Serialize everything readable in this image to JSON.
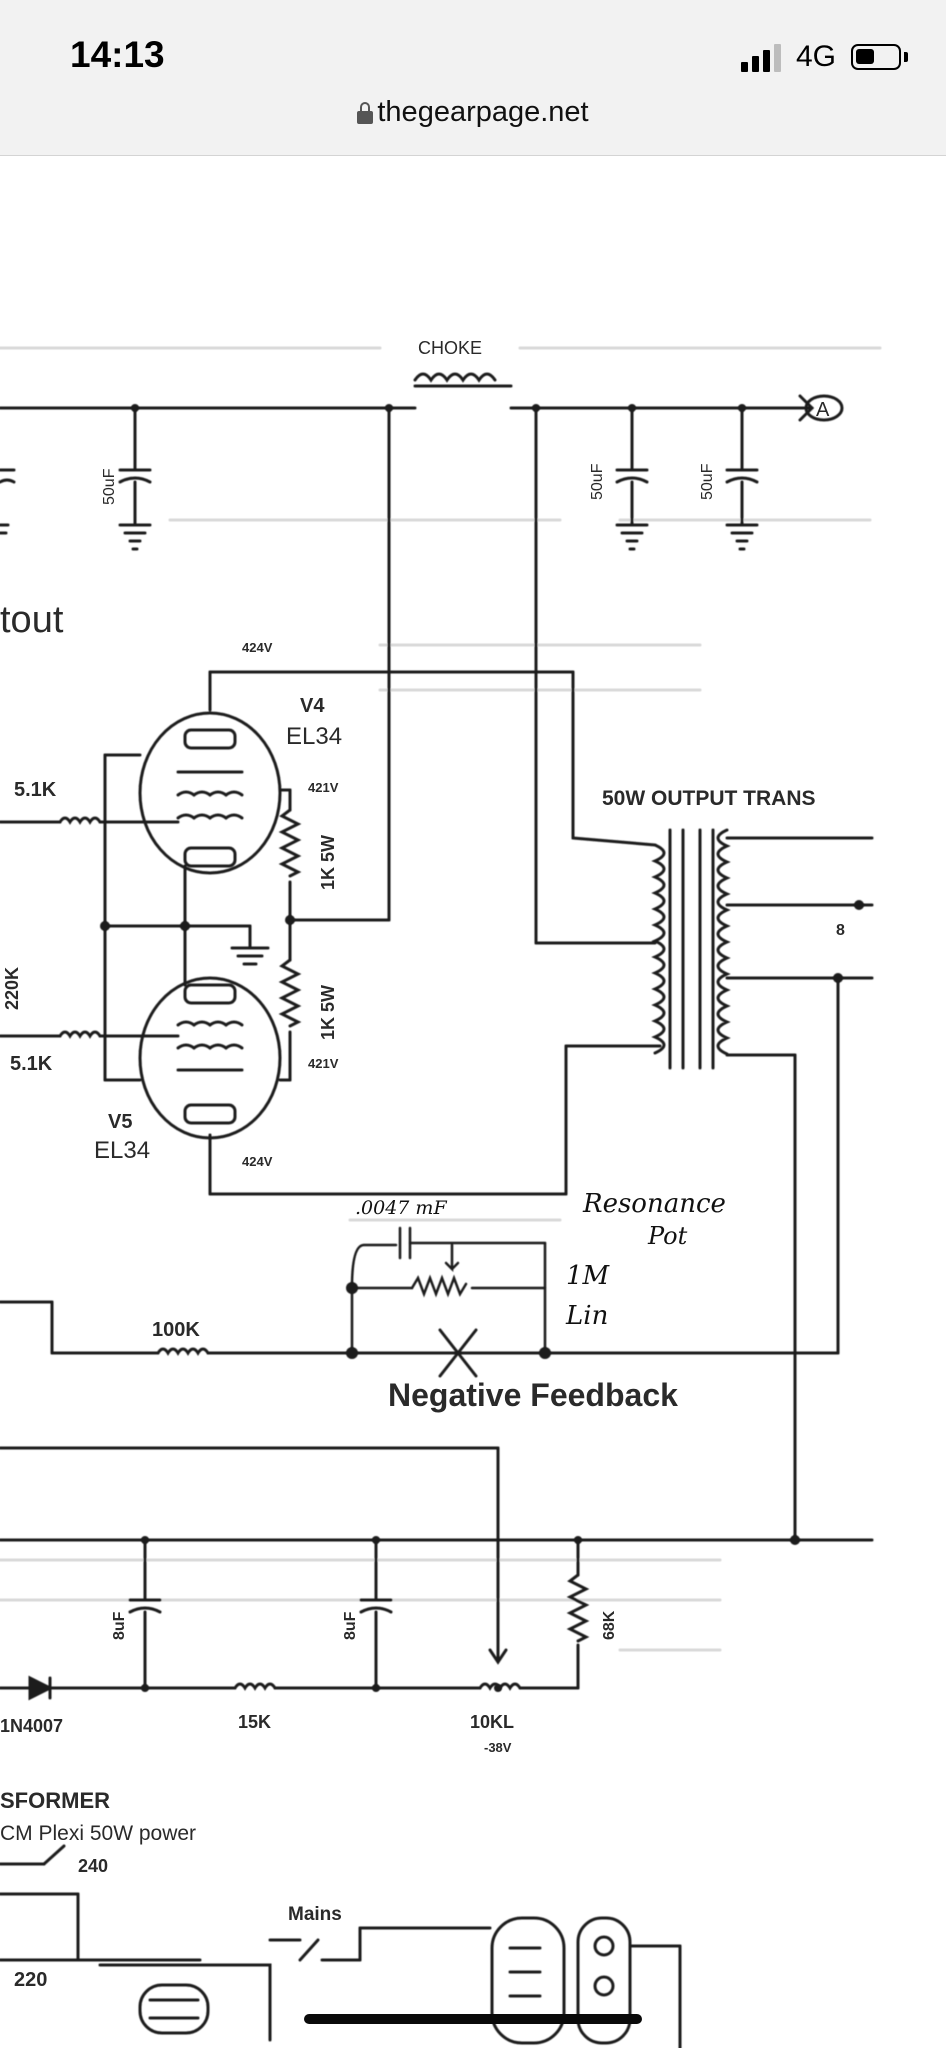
{
  "status_bar": {
    "time": "14:13",
    "network": "4G",
    "signal_bars": 4,
    "signal_active_bars": 3
  },
  "browser": {
    "url": "thegearpage.net"
  },
  "schematic": {
    "labels": {
      "choke": "CHOKE",
      "cap_50uf_1": "50uF",
      "cap_50uf_2": "50uF",
      "cap_50uf_3": "50uF",
      "node_a": "A",
      "v_424_top": "424V",
      "v_424_bottom": "424V",
      "v_421_top": "421V",
      "v_421_bottom": "421V",
      "v4_name": "V4",
      "v4_type": "EL34",
      "v5_name": "V5",
      "v5_type": "EL34",
      "output_trans": "50W OUTPUT TRANS",
      "res_5k1_top": "5.1K",
      "res_5k1_bottom": "5.1K",
      "res_220k": "220K",
      "res_1k5w_top": "1K 5W",
      "res_1k5w_bottom": "1K 5W",
      "cutout_fragment": "tout",
      "tap_8": "8",
      "res_100k": "100K",
      "negative_feedback": "Negative Feedback",
      "res_15k": "15K",
      "pot_10kl": "10KL",
      "bias_voltage": "-38V",
      "res_68k": "68K",
      "cap_8uf_1": "8uF",
      "cap_8uf_2": "8uF",
      "diode": "1N4007",
      "transformer_fragment": "SFORMER",
      "transformer_desc": "CM Plexi 50W power",
      "tap_240": "240",
      "tap_220": "220",
      "mains": "Mains"
    },
    "handwritten": {
      "cap_value": ".0047 mF",
      "resonance": "Resonance",
      "pot": "Pot",
      "value_1m": "1M",
      "lin": "Lin"
    }
  }
}
